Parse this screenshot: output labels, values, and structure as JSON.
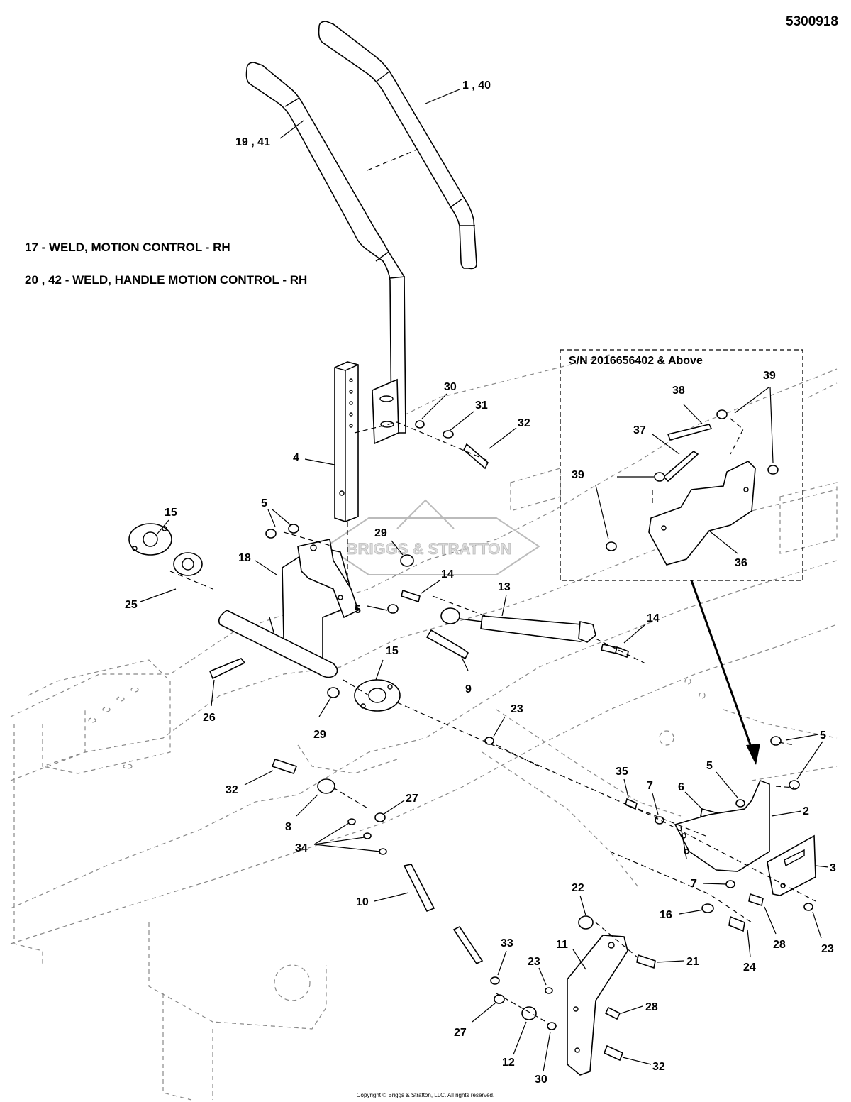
{
  "header": {
    "doc_number": "5300918"
  },
  "notes": [
    "17 - WELD, MOTION CONTROL - RH",
    "20 , 42 - WELD, HANDLE MOTION CONTROL - RH"
  ],
  "inset": {
    "title": "S/N 2016656402 & Above"
  },
  "watermark": "BRIGGS & STRATTON",
  "footer": {
    "copyright": "Copyright © Briggs & Stratton, LLC. All rights reserved."
  },
  "callouts": [
    "1 , 40",
    "19 , 41",
    "30",
    "31",
    "32",
    "4",
    "15",
    "5",
    "29",
    "18",
    "14",
    "13",
    "25",
    "5",
    "15",
    "9",
    "26",
    "29",
    "23",
    "14",
    "32",
    "27",
    "8",
    "34",
    "10",
    "35",
    "7",
    "6",
    "5",
    "2",
    "5",
    "5",
    "3",
    "7",
    "16",
    "28",
    "23",
    "24",
    "22",
    "11",
    "21",
    "33",
    "23",
    "28",
    "27",
    "12",
    "30",
    "32",
    "38",
    "39",
    "37",
    "39",
    "36"
  ]
}
